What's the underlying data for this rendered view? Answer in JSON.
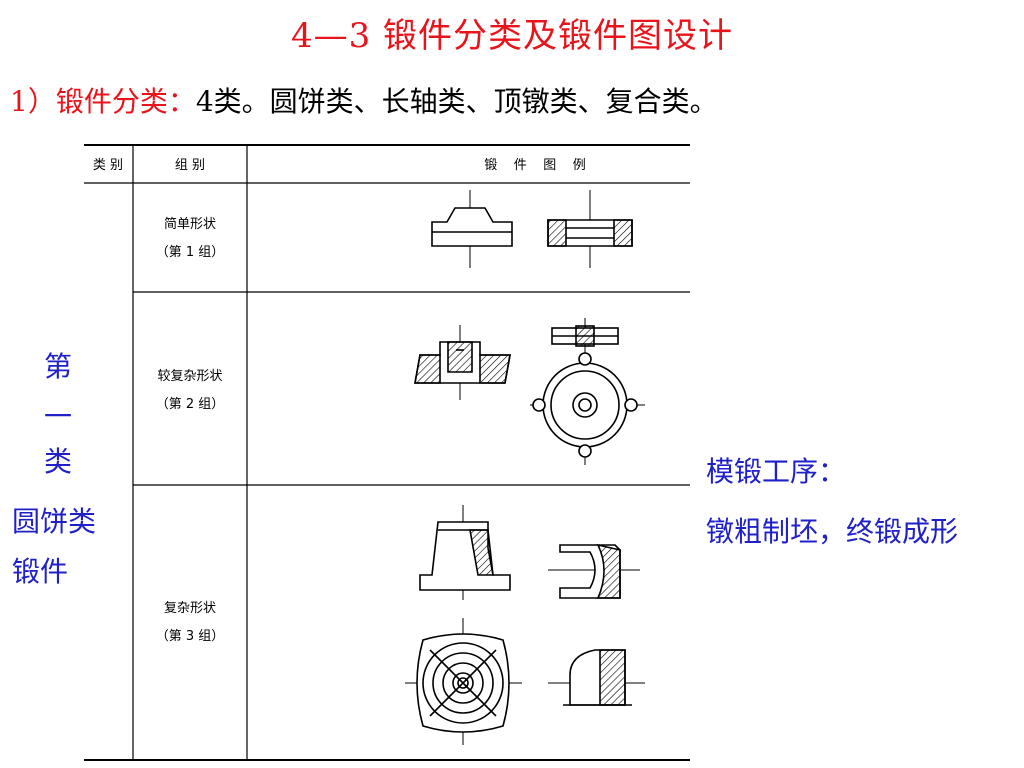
{
  "title": "4—3 锻件分类及锻件图设计",
  "subtitle": {
    "prefix": "1）锻件分类：",
    "text": "4类。圆饼类、长轴类、顶镦类、复合类。"
  },
  "left_label": {
    "category_chars": [
      "第",
      "一",
      "类"
    ],
    "line1": "圆饼类",
    "line2": "锻件"
  },
  "right_note": {
    "line1": "模锻工序：",
    "line2": "镦粗制坯，终锻成形"
  },
  "table": {
    "headers": [
      "类 别",
      "组 别",
      "锻    件    图    例"
    ],
    "groups": [
      {
        "name": "简单形状",
        "sub": "（第 1 组）"
      },
      {
        "name": "较复杂形状",
        "sub": "（第 2 组）"
      },
      {
        "name": "复杂形状",
        "sub": "（第 3 组）"
      }
    ]
  },
  "colors": {
    "title": "#e8141b",
    "note": "#2020c8"
  }
}
